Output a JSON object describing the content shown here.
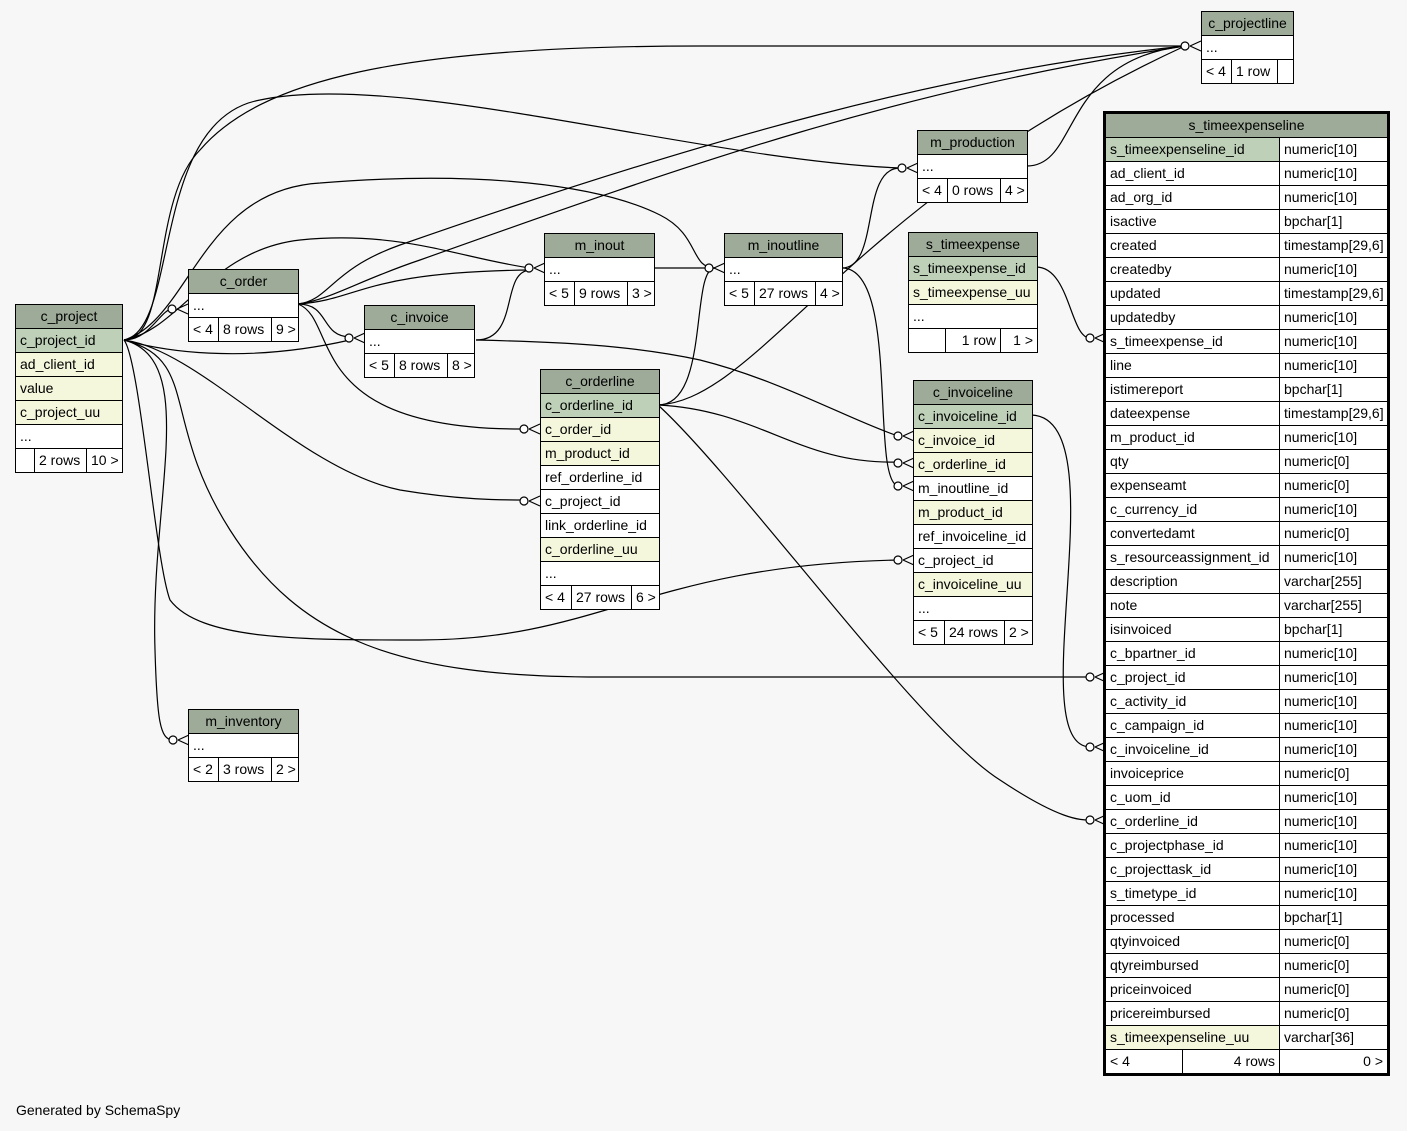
{
  "footer": "Generated by SchemaSpy",
  "tables": {
    "c_projectline": {
      "name": "c_projectline",
      "ellipsis": "...",
      "parents": "< 4",
      "rows": "1 row",
      "children": ""
    },
    "m_production": {
      "name": "m_production",
      "ellipsis": "...",
      "parents": "< 4",
      "rows": "0 rows",
      "children": "4 >"
    },
    "s_timeexpense": {
      "name": "s_timeexpense",
      "cols": [
        "s_timeexpense_id",
        "s_timeexpense_uu",
        "..."
      ],
      "parents": "",
      "rows": "1 row",
      "children": "1 >"
    },
    "m_inout": {
      "name": "m_inout",
      "ellipsis": "...",
      "parents": "< 5",
      "rows": "9 rows",
      "children": "3 >"
    },
    "m_inoutline": {
      "name": "m_inoutline",
      "ellipsis": "...",
      "parents": "< 5",
      "rows": "27 rows",
      "children": "4 >"
    },
    "c_order": {
      "name": "c_order",
      "ellipsis": "...",
      "parents": "< 4",
      "rows": "8 rows",
      "children": "9 >"
    },
    "c_invoice": {
      "name": "c_invoice",
      "ellipsis": "...",
      "parents": "< 5",
      "rows": "8 rows",
      "children": "8 >"
    },
    "c_project": {
      "name": "c_project",
      "cols": [
        "c_project_id",
        "ad_client_id",
        "value",
        "c_project_uu",
        "..."
      ],
      "parents": "",
      "rows": "2 rows",
      "children": "10 >"
    },
    "c_orderline": {
      "name": "c_orderline",
      "cols": [
        "c_orderline_id",
        "c_order_id",
        "m_product_id",
        "ref_orderline_id",
        "c_project_id",
        "link_orderline_id",
        "c_orderline_uu",
        "..."
      ],
      "parents": "< 4",
      "rows": "27 rows",
      "children": "6 >"
    },
    "c_invoiceline": {
      "name": "c_invoiceline",
      "cols": [
        "c_invoiceline_id",
        "c_invoice_id",
        "c_orderline_id",
        "m_inoutline_id",
        "m_product_id",
        "ref_invoiceline_id",
        "c_project_id",
        "c_invoiceline_uu",
        "..."
      ],
      "parents": "< 5",
      "rows": "24 rows",
      "children": "2 >"
    },
    "m_inventory": {
      "name": "m_inventory",
      "ellipsis": "...",
      "parents": "< 2",
      "rows": "3 rows",
      "children": "2 >"
    },
    "s_timeexpenseline": {
      "name": "s_timeexpenseline",
      "columns": [
        {
          "name": "s_timeexpenseline_id",
          "type": "numeric[10]"
        },
        {
          "name": "ad_client_id",
          "type": "numeric[10]"
        },
        {
          "name": "ad_org_id",
          "type": "numeric[10]"
        },
        {
          "name": "isactive",
          "type": "bpchar[1]"
        },
        {
          "name": "created",
          "type": "timestamp[29,6]"
        },
        {
          "name": "createdby",
          "type": "numeric[10]"
        },
        {
          "name": "updated",
          "type": "timestamp[29,6]"
        },
        {
          "name": "updatedby",
          "type": "numeric[10]"
        },
        {
          "name": "s_timeexpense_id",
          "type": "numeric[10]"
        },
        {
          "name": "line",
          "type": "numeric[10]"
        },
        {
          "name": "istimereport",
          "type": "bpchar[1]"
        },
        {
          "name": "dateexpense",
          "type": "timestamp[29,6]"
        },
        {
          "name": "m_product_id",
          "type": "numeric[10]"
        },
        {
          "name": "qty",
          "type": "numeric[0]"
        },
        {
          "name": "expenseamt",
          "type": "numeric[0]"
        },
        {
          "name": "c_currency_id",
          "type": "numeric[10]"
        },
        {
          "name": "convertedamt",
          "type": "numeric[0]"
        },
        {
          "name": "s_resourceassignment_id",
          "type": "numeric[10]"
        },
        {
          "name": "description",
          "type": "varchar[255]"
        },
        {
          "name": "note",
          "type": "varchar[255]"
        },
        {
          "name": "isinvoiced",
          "type": "bpchar[1]"
        },
        {
          "name": "c_bpartner_id",
          "type": "numeric[10]"
        },
        {
          "name": "c_project_id",
          "type": "numeric[10]"
        },
        {
          "name": "c_activity_id",
          "type": "numeric[10]"
        },
        {
          "name": "c_campaign_id",
          "type": "numeric[10]"
        },
        {
          "name": "c_invoiceline_id",
          "type": "numeric[10]"
        },
        {
          "name": "invoiceprice",
          "type": "numeric[0]"
        },
        {
          "name": "c_uom_id",
          "type": "numeric[10]"
        },
        {
          "name": "c_orderline_id",
          "type": "numeric[10]"
        },
        {
          "name": "c_projectphase_id",
          "type": "numeric[10]"
        },
        {
          "name": "c_projecttask_id",
          "type": "numeric[10]"
        },
        {
          "name": "s_timetype_id",
          "type": "numeric[10]"
        },
        {
          "name": "processed",
          "type": "bpchar[1]"
        },
        {
          "name": "qtyinvoiced",
          "type": "numeric[0]"
        },
        {
          "name": "qtyreimbursed",
          "type": "numeric[0]"
        },
        {
          "name": "priceinvoiced",
          "type": "numeric[0]"
        },
        {
          "name": "pricereimbursed",
          "type": "numeric[0]"
        },
        {
          "name": "s_timeexpenseline_uu",
          "type": "varchar[36]"
        }
      ],
      "parents": "< 4",
      "rows": "4 rows",
      "children": "0 >"
    }
  },
  "colors": {
    "header": "#9eab99",
    "primary_key": "#bed1b8",
    "indexed": "#f5f7dc",
    "background": "#f7f7f7"
  }
}
